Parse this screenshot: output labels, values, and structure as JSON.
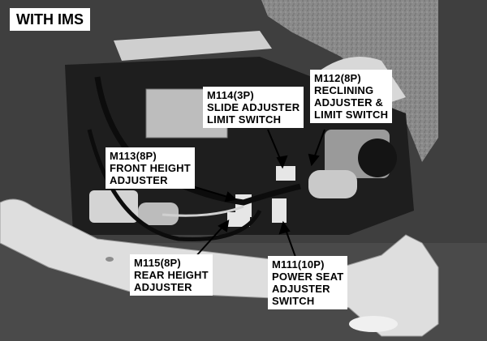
{
  "title": "WITH IMS",
  "callouts": [
    {
      "id": "m114",
      "lines": [
        "M114(3P)",
        "SLIDE ADJUSTER",
        "LIMIT SWITCH"
      ]
    },
    {
      "id": "m112",
      "lines": [
        "M112(8P)",
        "RECLINING",
        "ADJUSTER &",
        "LIMIT SWITCH"
      ]
    },
    {
      "id": "m113",
      "lines": [
        "M113(8P)",
        "FRONT HEIGHT",
        "ADJUSTER"
      ]
    },
    {
      "id": "m115",
      "lines": [
        "M115(8P)",
        "REAR HEIGHT",
        "ADJUSTER"
      ]
    },
    {
      "id": "m111",
      "lines": [
        "M111(10P)",
        "POWER SEAT",
        "ADJUSTER",
        "SWITCH"
      ]
    }
  ],
  "colors": {
    "photo_dark": "#3a3a3a",
    "label_bg": "#ffffff",
    "ink": "#000000"
  }
}
